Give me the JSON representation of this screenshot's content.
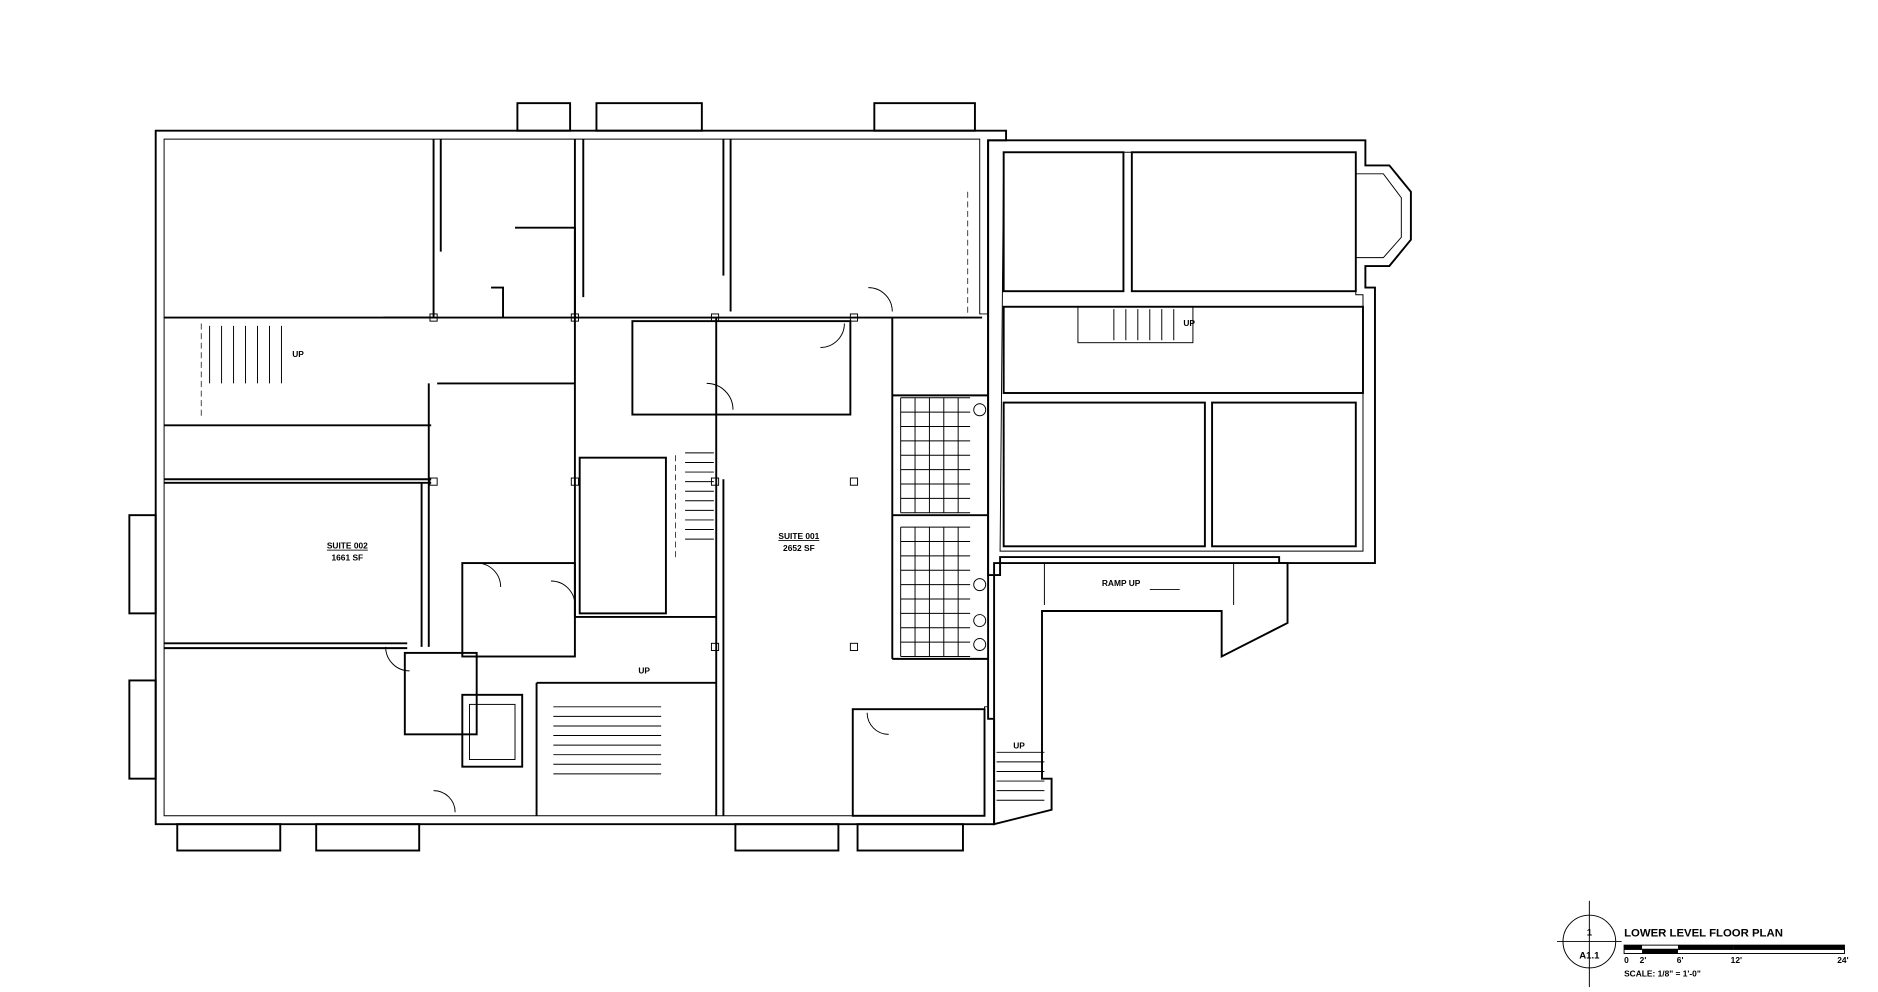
{
  "plan": {
    "suites": [
      {
        "name": "SUITE 002",
        "area": "1661 SF"
      },
      {
        "name": "SUITE 001",
        "area": "2652 SF"
      }
    ],
    "annotations": {
      "up_west_stair": "UP",
      "up_east_stair": "UP",
      "up_center_stair": "UP",
      "up_exterior_stair": "UP",
      "ramp": "RAMP UP"
    }
  },
  "title_block": {
    "detail_number": "1",
    "sheet_number": "A1.1",
    "title": "LOWER LEVEL FLOOR PLAN",
    "scale_ticks": [
      "0",
      "2'",
      "6'",
      "12'",
      "24'"
    ],
    "scale_note": "SCALE: 1/8\" = 1'-0\""
  }
}
